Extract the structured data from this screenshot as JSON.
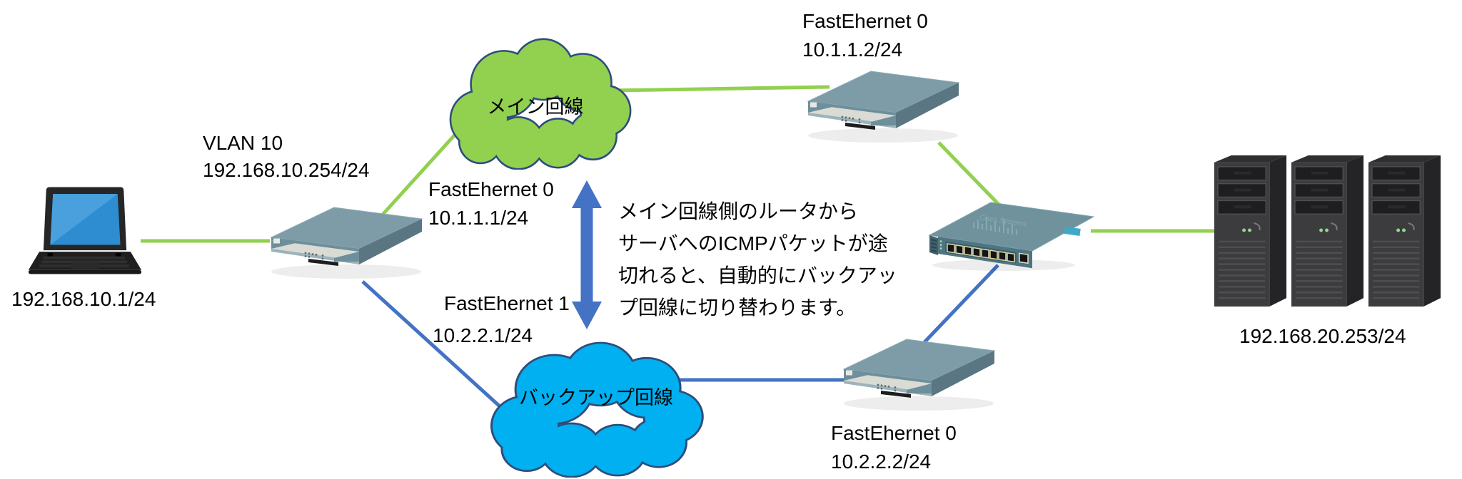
{
  "diagram_title": "redundant-wan-failover-network-diagram",
  "clouds": {
    "main": {
      "label": "メイン回線",
      "fill": "#92d050",
      "stroke": "#2e4d7b"
    },
    "backup": {
      "label": "バックアップ回線",
      "fill": "#00b0f0",
      "stroke": "#2e4d7b"
    }
  },
  "links": {
    "main_color": "#92d050",
    "backup_color": "#4472c4"
  },
  "arrow": {
    "color": "#4472c4",
    "direction": "vertical-double"
  },
  "labels": {
    "pc_ip": "192.168.10.1/24",
    "vlan": {
      "line1": "VLAN 10",
      "line2": "192.168.10.254/24"
    },
    "fe0_main": {
      "name": "FastEhernet 0",
      "ip": "10.1.1.1/24"
    },
    "fe1_backup": {
      "name": "FastEhernet 1",
      "ip": "10.2.2.1/24"
    },
    "router_main_wan": {
      "name": "FastEhernet 0",
      "ip": "10.1.1.2/24"
    },
    "router_backup_wan": {
      "name": "FastEhernet 0",
      "ip": "10.2.2.2/24"
    },
    "server_ip": "192.168.20.253/24"
  },
  "annotation": {
    "lines": [
      "メイン回線側のルータから",
      "サーバへのICMPパケットが途",
      "切れると、自動的にバックアッ",
      "プ回線に切り替わります。"
    ]
  },
  "devices": {
    "pc": "laptop",
    "edge_router": "cisco-1800-router",
    "main_wan_router": "cisco-1800-router",
    "backup_wan_router": "cisco-1800-router",
    "switch": "cisco-catalyst-switch",
    "servers": "server-towers-x3"
  }
}
